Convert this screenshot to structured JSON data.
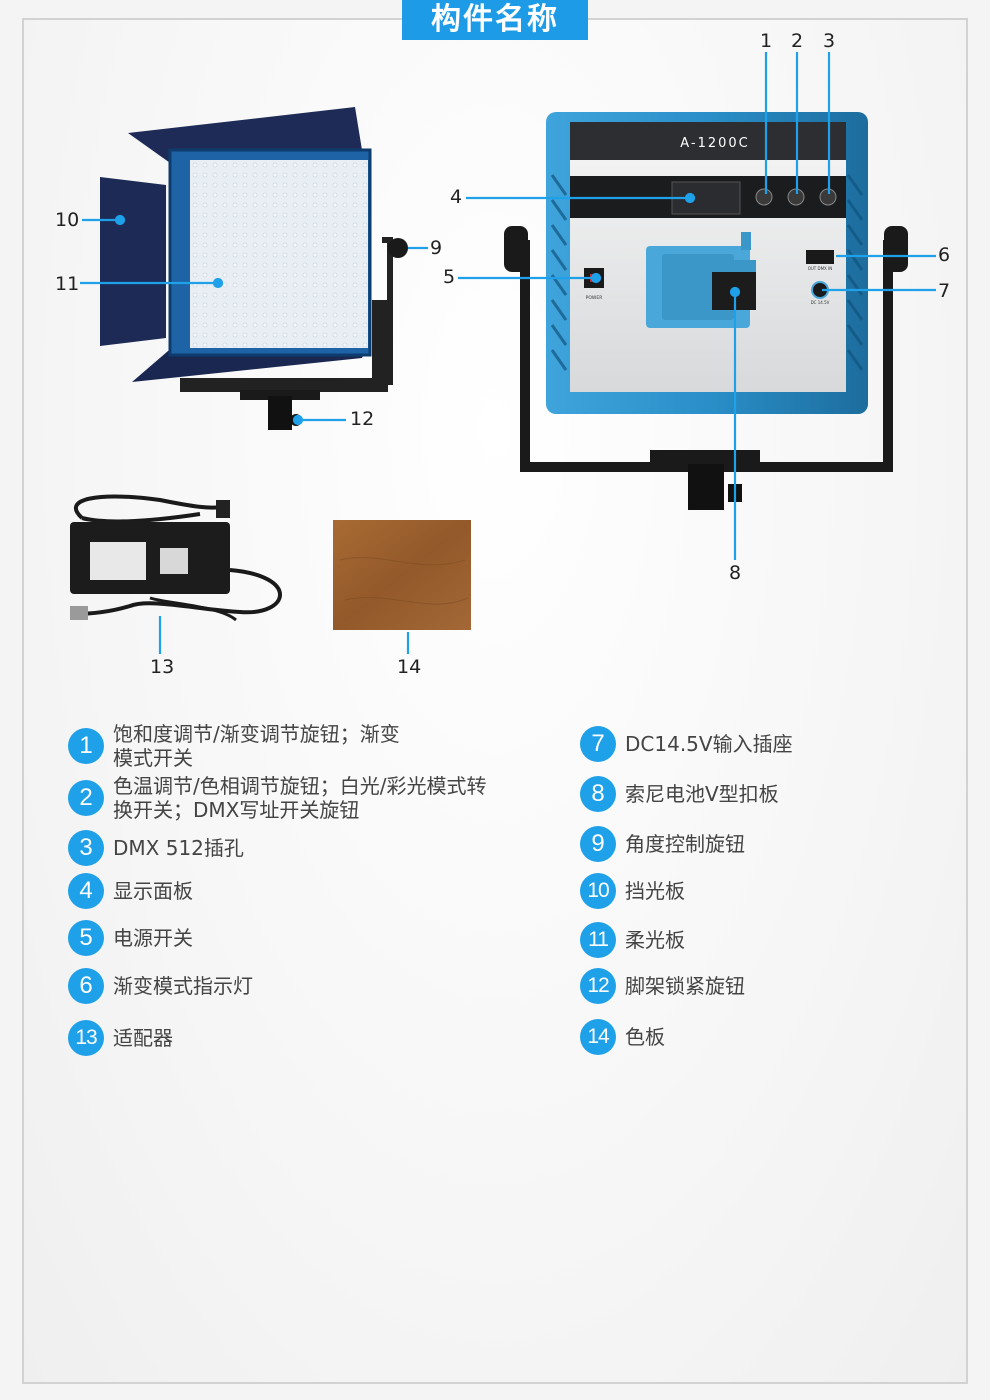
{
  "page_title": "构件名称",
  "product_model": "A-1200C",
  "panel_labels": {
    "power": "POWER",
    "dmx": "OUT DMX IN",
    "dc_in": "DC 14.5V"
  },
  "callout_numbers": [
    "1",
    "2",
    "3",
    "4",
    "5",
    "6",
    "7",
    "8",
    "9",
    "10",
    "11",
    "12",
    "13",
    "14"
  ],
  "legend": [
    {
      "num": "1",
      "text": "饱和度调节/渐变调节旋钮；渐变模式开关"
    },
    {
      "num": "2",
      "text": "色温调节/色相调节旋钮；白光/彩光模式转换开关；DMX写址开关旋钮"
    },
    {
      "num": "3",
      "text": "DMX 512插孔"
    },
    {
      "num": "4",
      "text": "显示面板"
    },
    {
      "num": "5",
      "text": "电源开关"
    },
    {
      "num": "6",
      "text": "渐变模式指示灯"
    },
    {
      "num": "7",
      "text": "DC14.5V输入插座"
    },
    {
      "num": "8",
      "text": "索尼电池V型扣板"
    },
    {
      "num": "9",
      "text": "角度控制旋钮"
    },
    {
      "num": "10",
      "text": "挡光板"
    },
    {
      "num": "11",
      "text": "柔光板"
    },
    {
      "num": "12",
      "text": "脚架锁紧旋钮"
    },
    {
      "num": "13",
      "text": "适配器"
    },
    {
      "num": "14",
      "text": "色板"
    }
  ],
  "colors": {
    "accent": "#1fa1ea",
    "body_blue": "#2a8fc8",
    "barndoor": "#1c2a55",
    "color_gel": "#9b6330"
  }
}
